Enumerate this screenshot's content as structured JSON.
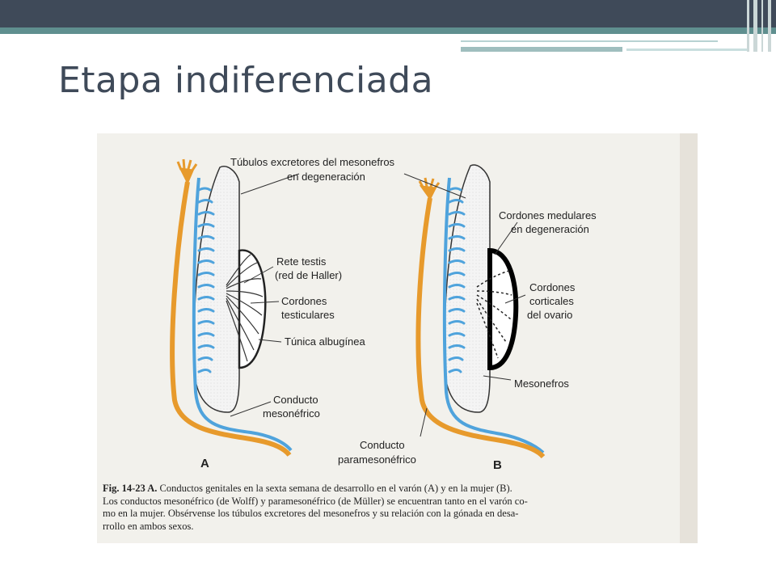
{
  "slide": {
    "title": "Etapa indiferenciada"
  },
  "figure": {
    "panel_a": "A",
    "panel_b": "B",
    "labels": {
      "tubulos_1": "Túbulos excretores del mesonefros",
      "tubulos_2": "en degeneración",
      "rete_1": "Rete testis",
      "rete_2": "(red de Haller)",
      "cordones_test_1": "Cordones",
      "cordones_test_2": "testiculares",
      "tunica": "Túnica albugínea",
      "conducto_meso_1": "Conducto",
      "conducto_meso_2": "mesonéfrico",
      "medulares_1": "Cordones medulares",
      "medulares_2": "en degeneración",
      "corticales_1": "Cordones",
      "corticales_2": "corticales",
      "corticales_3": "del ovario",
      "mesonefros": "Mesonefros",
      "conducto_para_1": "Conducto",
      "conducto_para_2": "paramesonéfrico"
    },
    "caption": {
      "fig_id": "Fig. 14-23 A.",
      "line1": " Conductos genitales en la sexta semana de desarrollo en el varón (A) y en la mujer (B).",
      "line2": "Los conductos mesonéfrico (de Wolff) y paramesonéfrico (de Müller) se encuentran tanto en el varón co-",
      "line3": "mo en la mujer. Obsérvense los túbulos excretores del mesonefros y su relación con la gónada en desa-",
      "line4": "rrollo en ambos sexos."
    },
    "colors": {
      "mesonephric_duct": "#4fa3dc",
      "paramesonephric_duct": "#e79a2c",
      "background": "#f2f1ec"
    }
  }
}
